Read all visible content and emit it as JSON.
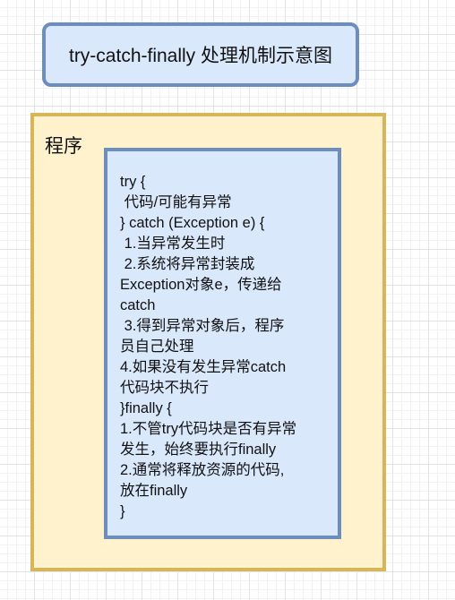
{
  "title": "try-catch-finally 处理机制示意图",
  "program_label": "程序",
  "code_lines": [
    "try {",
    " 代码/可能有异常",
    "} catch (Exception e) {",
    " 1.当异常发生时",
    " 2.系统将异常封装成",
    "Exception对象e，传递给",
    "catch",
    " 3.得到异常对象后，程序",
    "员自己处理",
    "4.如果没有发生异常catch",
    "代码块不执行",
    "}finally {",
    "1.不管try代码块是否有异常",
    "发生，始终要执行finally",
    "2.通常将释放资源的代码,",
    "放在finally",
    "}"
  ],
  "colors": {
    "title_fill": "#dae8fc",
    "title_stroke": "#6c8ebf",
    "program_fill": "#fff2cc",
    "program_stroke": "#d6b656",
    "code_fill": "#dae8fc",
    "code_stroke": "#6c8ebf"
  }
}
